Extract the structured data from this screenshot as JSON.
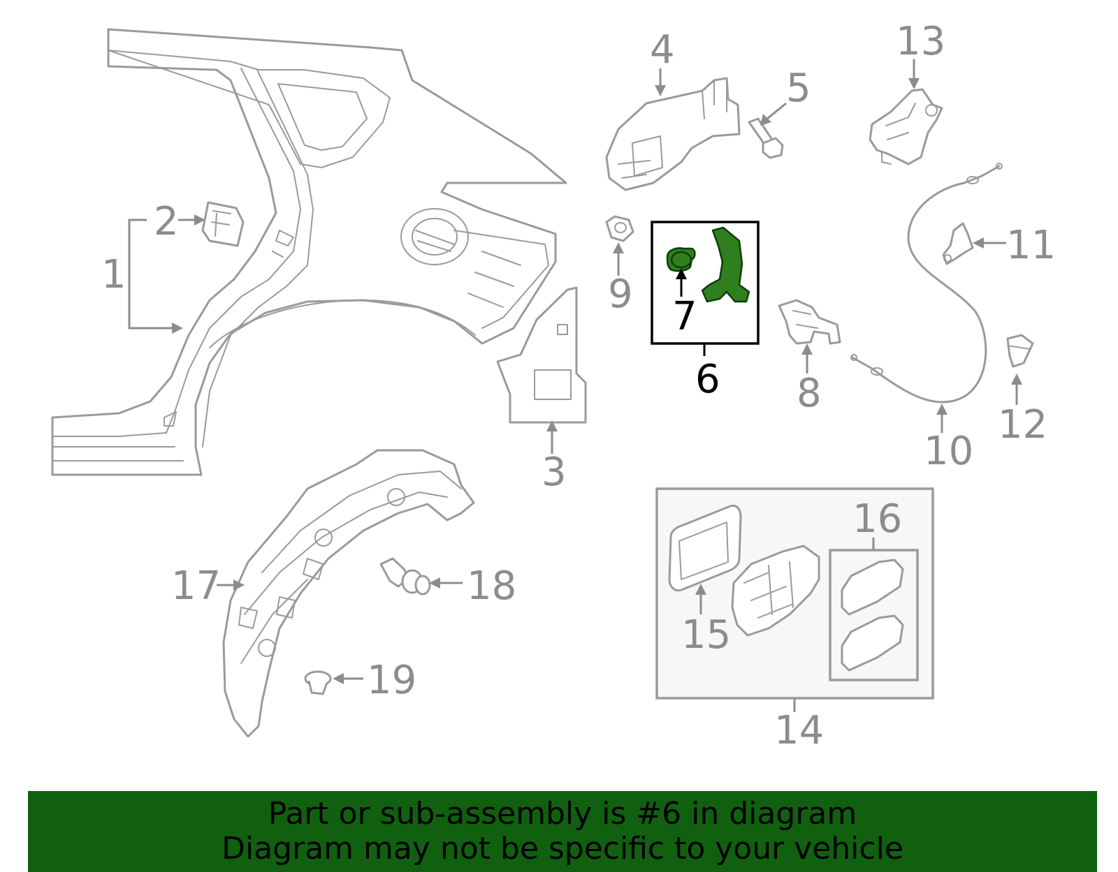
{
  "colors": {
    "banner_bg": "#106010",
    "highlight_part": "#2f7f1e",
    "outline": "#9a9a9a"
  },
  "callouts": {
    "c1": "1",
    "c2": "2",
    "c3": "3",
    "c4": "4",
    "c5": "5",
    "c6": "6",
    "c7": "7",
    "c8": "8",
    "c9": "9",
    "c10": "10",
    "c11": "11",
    "c12": "12",
    "c13": "13",
    "c14": "14",
    "c15": "15",
    "c16": "16",
    "c17": "17",
    "c18": "18",
    "c19": "19"
  },
  "highlighted_callout": "6",
  "banner": {
    "line1": "Part or sub-assembly is #6 in diagram",
    "line2": "Diagram may not be specific to your vehicle"
  }
}
